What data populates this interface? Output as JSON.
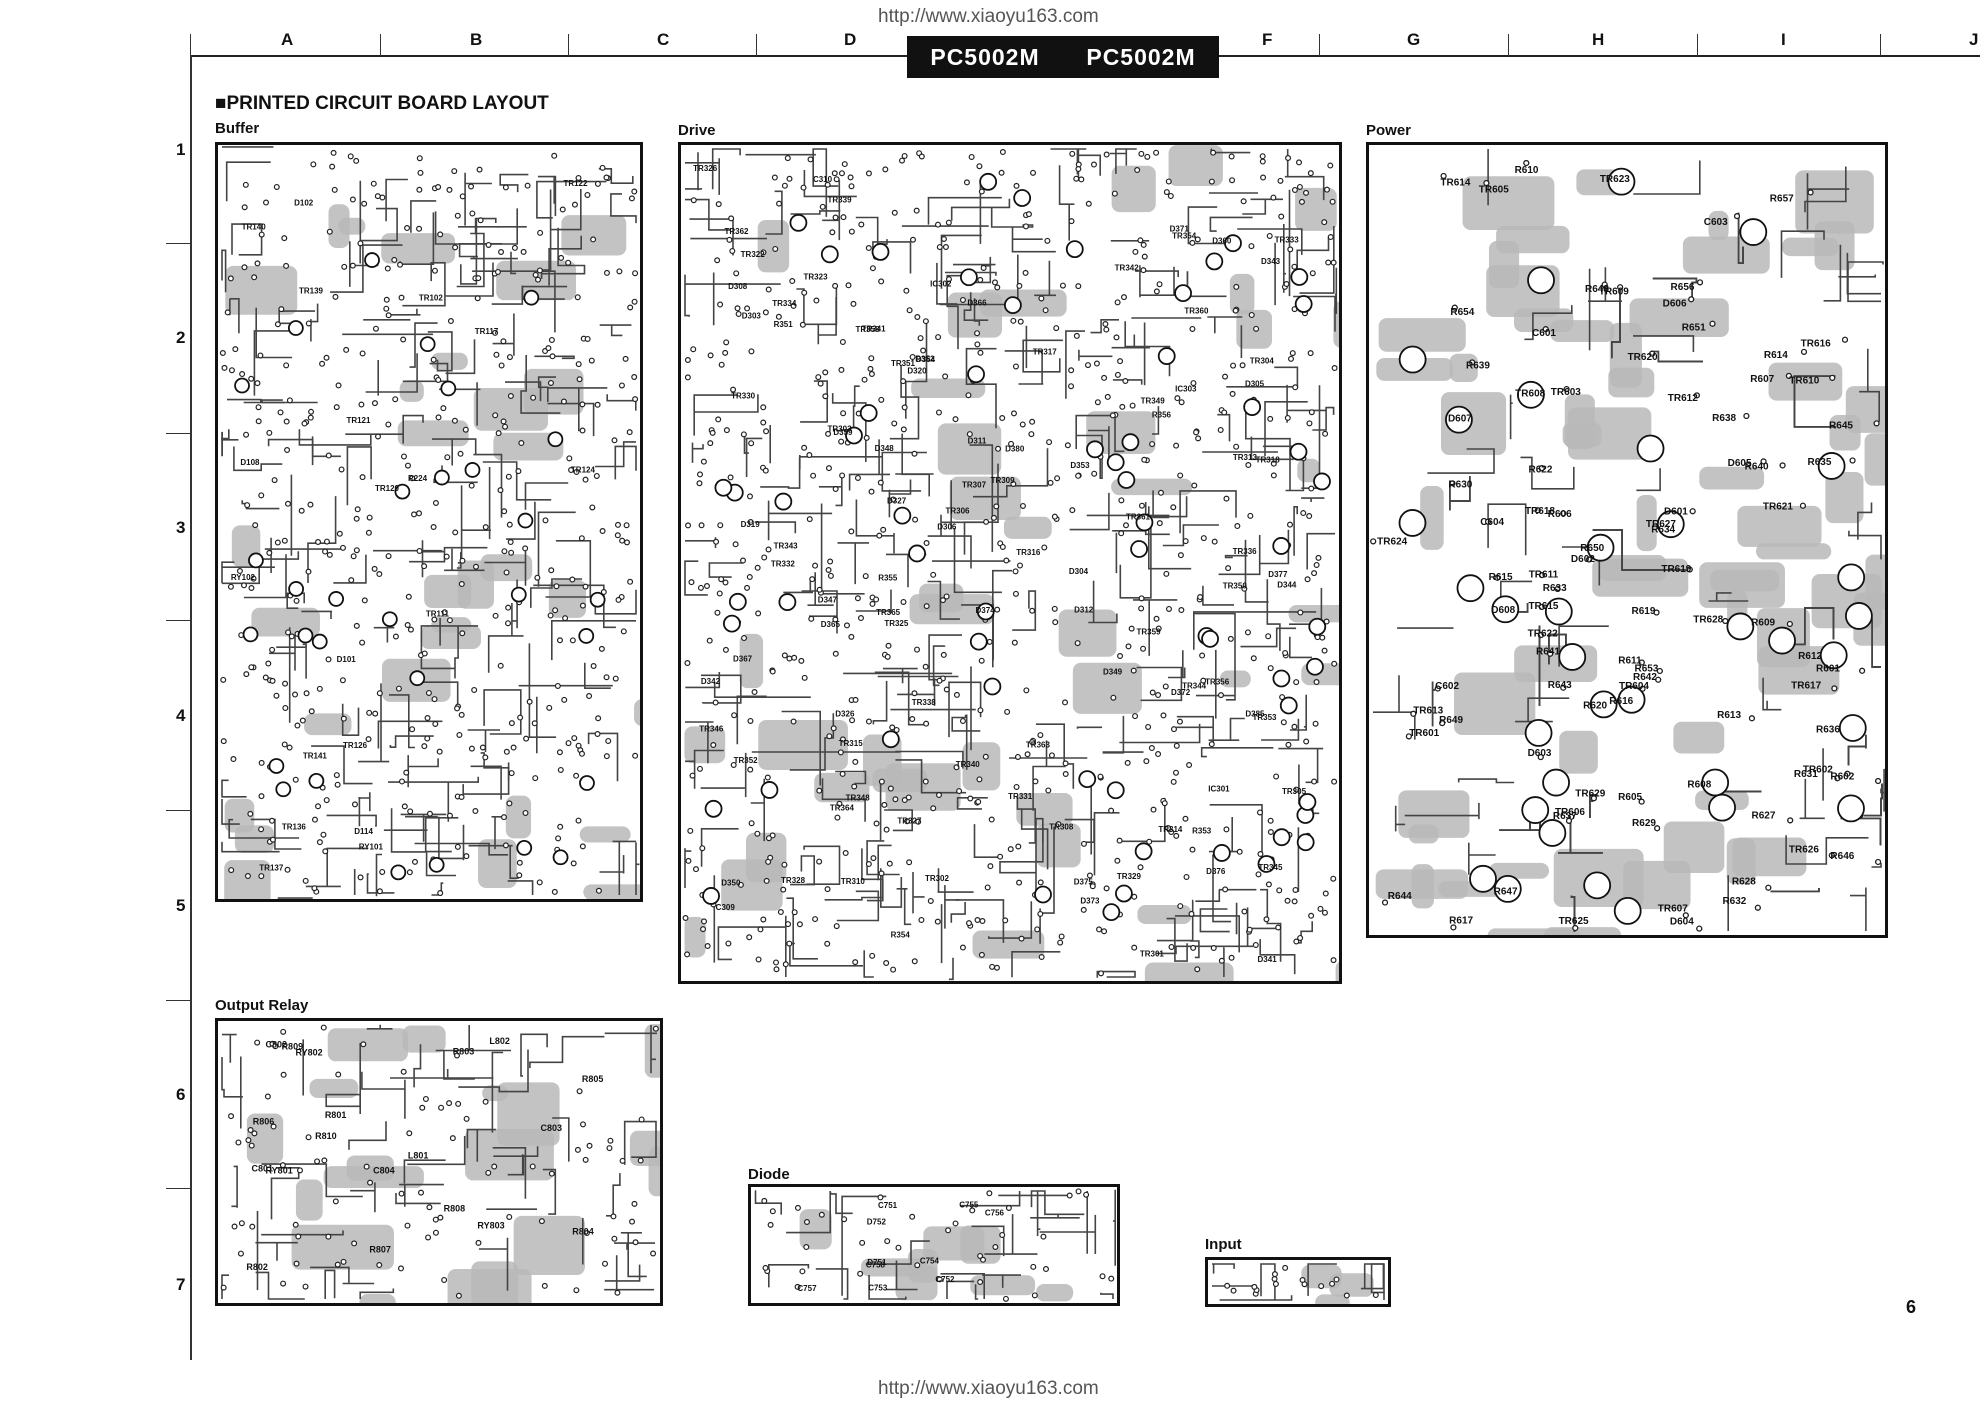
{
  "header": {
    "url_top": "http://www.xiaoyu163.com",
    "url_bottom": "http://www.xiaoyu163.com",
    "model_left": "PC5002M",
    "model_right": "PC5002M",
    "section_title": "PRINTED CIRCUIT BOARD LAYOUT"
  },
  "grid": {
    "columns": [
      "A",
      "B",
      "C",
      "D",
      "F",
      "G",
      "H",
      "I",
      "J"
    ],
    "rows": [
      "1",
      "2",
      "3",
      "4",
      "5",
      "6",
      "7"
    ]
  },
  "boards": {
    "buffer": {
      "title": "Buffer"
    },
    "drive": {
      "title": "Drive"
    },
    "power": {
      "title": "Power"
    },
    "output_relay": {
      "title": "Output Relay"
    },
    "diode": {
      "title": "Diode"
    },
    "input": {
      "title": "Input"
    }
  },
  "components": {
    "buffer": [
      "TR124",
      "TR136",
      "TR140",
      "TR126",
      "RY102",
      "D102",
      "TR120",
      "TR122",
      "TR102",
      "D114",
      "RY101",
      "TR139",
      "TR141",
      "TR137",
      "TR121",
      "TR111",
      "TR117",
      "D101",
      "D108",
      "R224"
    ],
    "drive": [
      "D343",
      "D344",
      "TR341",
      "TR342",
      "TR340",
      "TR338",
      "TR339",
      "TR336",
      "D342",
      "D341",
      "D347",
      "D308",
      "D385",
      "D348",
      "TR333",
      "TR334",
      "TR331",
      "TR332",
      "R355",
      "R356",
      "R353",
      "R354",
      "R351",
      "R352",
      "TR329",
      "TR330",
      "TR323",
      "TR322",
      "D327",
      "D326",
      "TR327",
      "TR328",
      "TR325",
      "TR326",
      "TR317",
      "TR318",
      "D319",
      "D320",
      "TR315",
      "TR316",
      "TR313",
      "TR314",
      "D303",
      "D304",
      "D311",
      "D312",
      "TR309",
      "TR310",
      "TR307",
      "TR308",
      "TR305",
      "TR306",
      "TR303",
      "TR304",
      "D305",
      "D306",
      "TR301",
      "TR302",
      "C309",
      "C310",
      "TR350",
      "TR348",
      "D350",
      "TR346",
      "TR352",
      "TR349",
      "D349",
      "TR344",
      "TR351",
      "TR345",
      "TR358",
      "TR343",
      "TR360",
      "TR362",
      "TR354",
      "TR356",
      "TR353",
      "D373",
      "D377",
      "TR359",
      "D353",
      "TR365",
      "TR361",
      "D364",
      "D380",
      "D374",
      "IC303",
      "D375",
      "D376",
      "IC302",
      "D366",
      "D365",
      "IC301",
      "D367",
      "D360",
      "D359",
      "TR364",
      "TR363",
      "D371",
      "D372"
    ],
    "power": [
      "TR602",
      "R602",
      "R601",
      "TR601",
      "TR604",
      "TR603",
      "TR629",
      "TR618",
      "TR617",
      "TR616",
      "TR615",
      "TR609",
      "R653",
      "R632",
      "R622",
      "R642",
      "R641",
      "TR628",
      "R656",
      "R643",
      "R627",
      "TR619",
      "R654",
      "TR614",
      "R657",
      "R648",
      "TR610",
      "TR605",
      "R613",
      "R605",
      "R644",
      "TR620",
      "R633",
      "TR624",
      "R609",
      "R617",
      "R628",
      "R649",
      "D603",
      "D602",
      "D601",
      "C602",
      "C604",
      "R640",
      "D604",
      "D605",
      "D606",
      "R638",
      "TR611",
      "TR621",
      "R610",
      "TR625",
      "R614",
      "R645",
      "R606",
      "R634",
      "TR606",
      "R629",
      "R637",
      "C601",
      "R639",
      "C603",
      "R611",
      "TR626",
      "R615",
      "TR612",
      "TR622",
      "R619",
      "R607",
      "R646",
      "TR607",
      "R630",
      "R631",
      "R635",
      "TR613",
      "R651",
      "R636",
      "R612",
      "TR627",
      "TR608",
      "R616",
      "R608",
      "R647",
      "TR623",
      "R620",
      "D607",
      "D608",
      "R650"
    ],
    "output_relay": [
      "RY801",
      "RY803",
      "L801",
      "RY802",
      "L802",
      "R803",
      "R805",
      "R801",
      "R804",
      "R806",
      "R802",
      "R807",
      "R808",
      "R809",
      "R810",
      "C801",
      "C802",
      "C803",
      "C804"
    ],
    "diode": [
      "C756",
      "C758",
      "C752",
      "C754",
      "D752",
      "D751",
      "C755",
      "C757",
      "C751",
      "C753"
    ]
  },
  "page_number": "6"
}
